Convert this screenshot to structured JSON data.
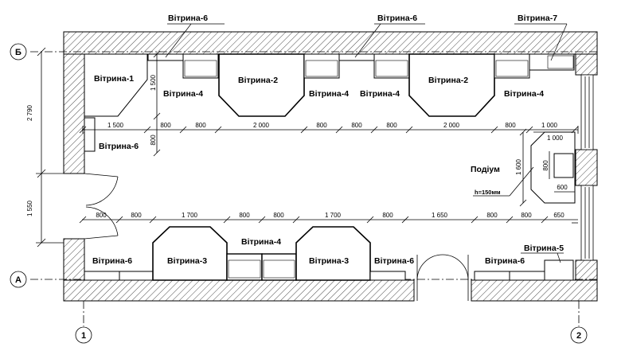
{
  "axes": {
    "row_b": "Б",
    "row_a": "А",
    "col_1": "1",
    "col_2": "2"
  },
  "labels": {
    "v6": "Вітрина-6",
    "v7": "Вітрина-7",
    "v1": "Вітрина-1",
    "v2": "Вітрина-2",
    "v3": "Вітрина-3",
    "v4": "Вітрина-4",
    "v5": "Вітрина-5",
    "podium": "Подіум",
    "podium_height": "h=150мм"
  },
  "left_dims": {
    "upper": "2 790",
    "lower": "1 550"
  },
  "top_chain": [
    "1 500",
    "800",
    "800",
    "2 000",
    "800",
    "800",
    "800",
    "2 000",
    "800",
    "1 000"
  ],
  "bottom_chain": [
    "800",
    "800",
    "1 700",
    "800",
    "800",
    "1 700",
    "800",
    "1 650",
    "800",
    "800",
    "650"
  ],
  "misc_dims": {
    "v1_depth": "1 500",
    "v6_depth": "800",
    "podium_1000": "1 000",
    "podium_800": "800",
    "podium_600": "600",
    "podium_1600": "1 600"
  }
}
